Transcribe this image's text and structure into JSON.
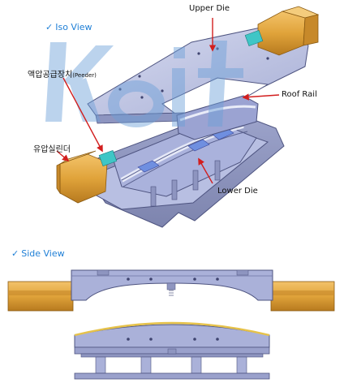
{
  "iso_view": {
    "title": "Iso View",
    "labels": {
      "upper_die": "Upper Die",
      "roof_rail": "Roof Rail",
      "lower_die": "Lower Die",
      "feeder_main": "액압공급장치",
      "feeder_sub": "(Peeder)",
      "cylinder": "유압실린더"
    },
    "watermark": "Keit"
  },
  "side_view": {
    "title": "Side View"
  },
  "colors": {
    "title_blue": "#1f7fd6",
    "die_body": "#b9bfe0",
    "die_edge": "#5a5f8a",
    "cylinder_gold": "#e0a33a",
    "arrow_red": "#d21e1e",
    "feeder_cyan": "#3fc6c6",
    "watermark": "#6a9fd8"
  }
}
